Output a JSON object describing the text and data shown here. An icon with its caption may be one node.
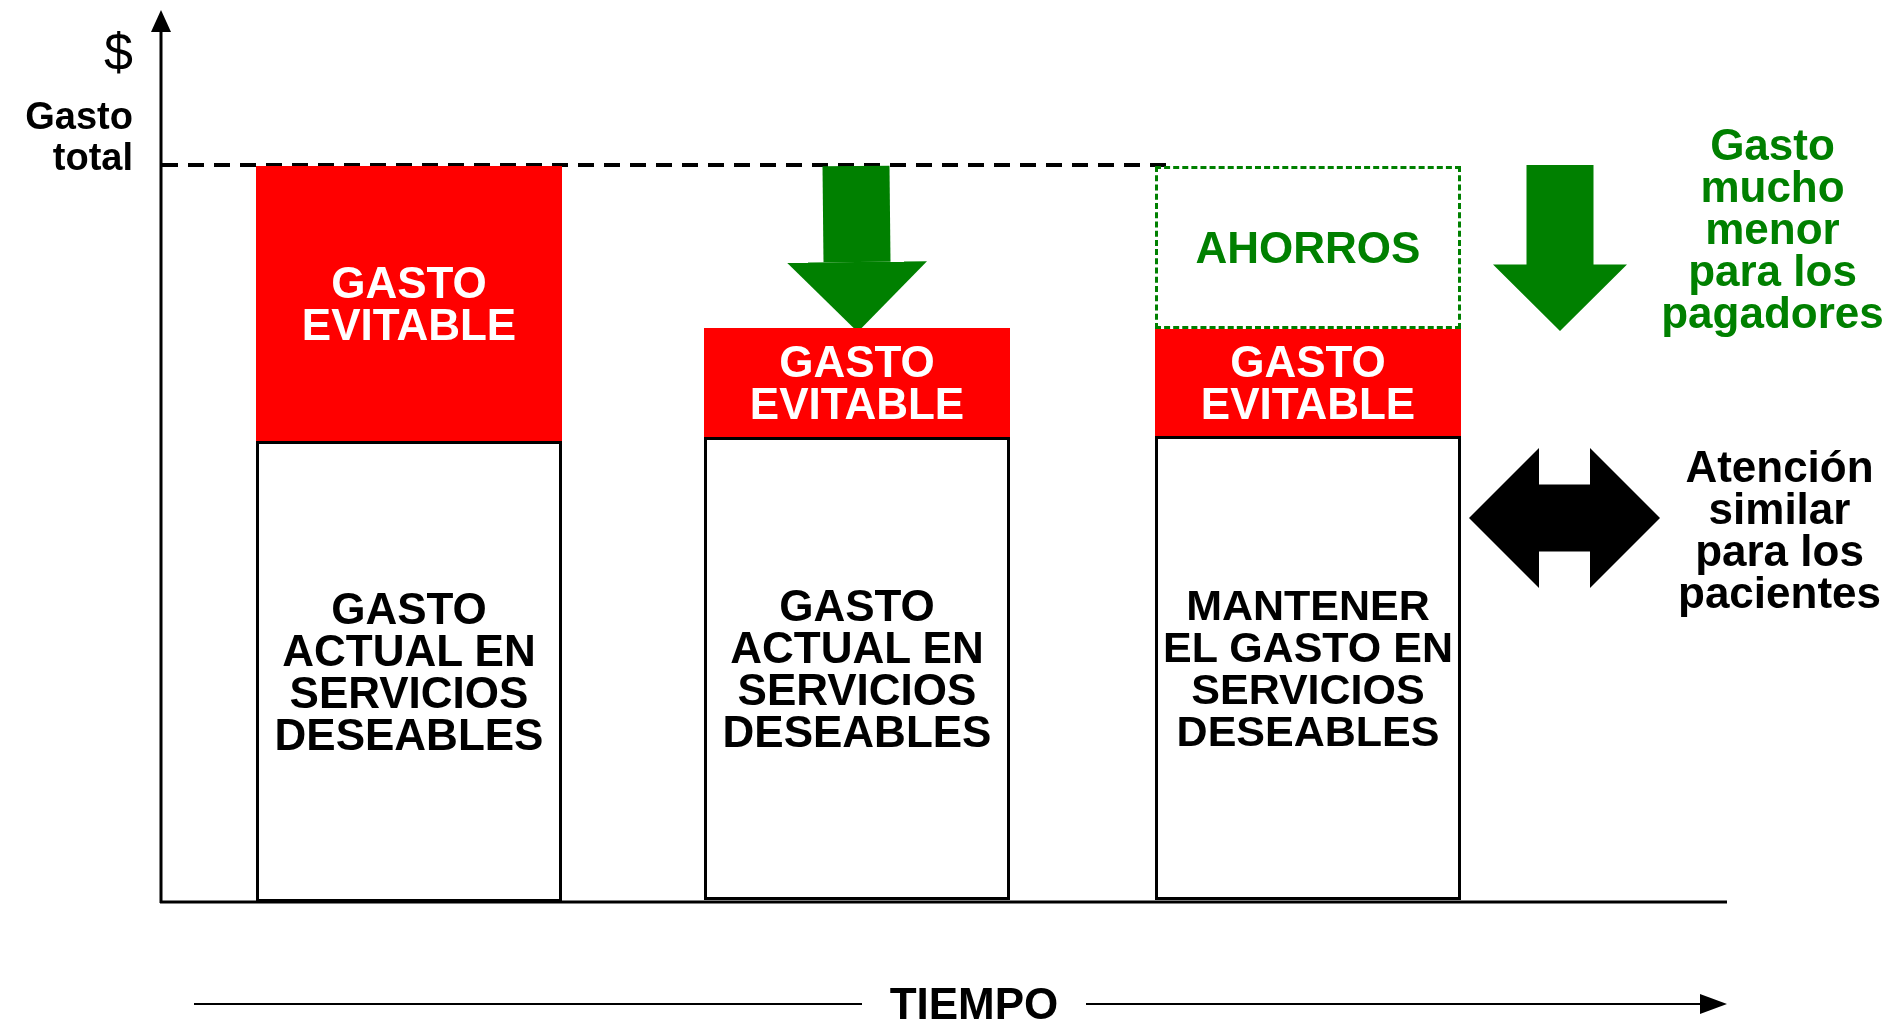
{
  "diagram": {
    "nodes": [
      {
        "text": [
          "GASTO EVITABLE"
        ]
      },
      {
        "text": [
          "GASTO ACTUAL EN SERVICIOS DESEABLES"
        ]
      },
      {
        "text": [
          "GASTO EVITABLE"
        ]
      },
      {
        "text": [
          "GASTO ACTUAL EN SERVICIOS DESEABLES"
        ]
      },
      {
        "text": [
          "AHORROS"
        ]
      },
      {
        "text": [
          "GASTO EVITABLE"
        ]
      },
      {
        "text": [
          "MANTENER EL GASTO EN SERVICIOS DESEABLES"
        ]
      },
      {
        "text": [
          "Gasto mucho menor para los pagadores"
        ]
      },
      {
        "text": [
          "Atención similar para los pacientes"
        ]
      },
      {
        "text": [],
        "shape": "arrow"
      }
    ],
    "edges": [
      {
        "from": null,
        "to": 2,
        "arrow": "to",
        "color": "#008000"
      },
      {
        "from": 6,
        "to": 8,
        "arrow": "both",
        "color": "#000000"
      }
    ],
    "labels": [
      "$",
      "Gasto total",
      "TIEMPO"
    ]
  }
}
